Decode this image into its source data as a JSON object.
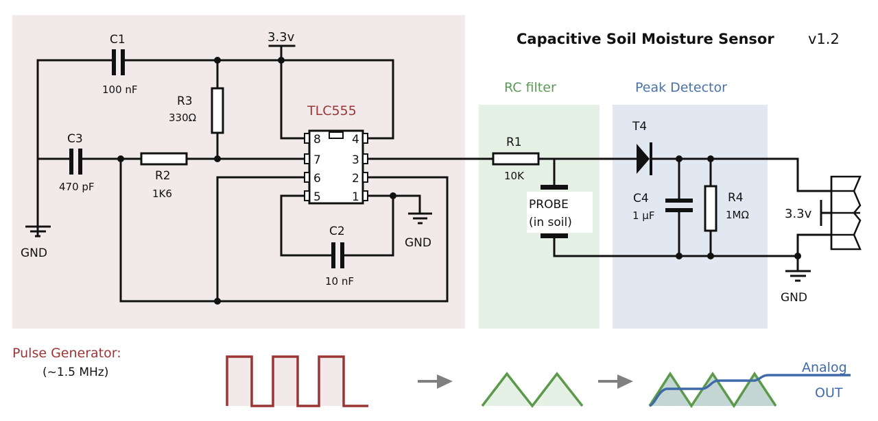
{
  "title": {
    "main": "Capacitive Soil Moisture Sensor",
    "version": "v1.2"
  },
  "colors": {
    "pulse_section_bg": "#f2eaea",
    "rc_section_bg": "#e6f1e6",
    "peak_section_bg": "#e2e8f1",
    "chip_label": "#9b3535",
    "rc_label": "#5a9a55",
    "peak_label": "#4a72a5",
    "square_wave": "#9b3535",
    "triangle_wave": "#5a9a4a",
    "analog_out": "#3f6aa8",
    "arrow": "#808080"
  },
  "sections": {
    "rc_filter": "RC filter",
    "peak_detector": "Peak Detector"
  },
  "power": {
    "vcc_top": "3.3v",
    "vcc_connector": "3.3v",
    "gnd_left": "GND",
    "gnd_chip": "GND",
    "gnd_right": "GND"
  },
  "chip": {
    "name": "TLC555",
    "pins_left": [
      "8",
      "7",
      "6",
      "5"
    ],
    "pins_right": [
      "4",
      "3",
      "2",
      "1"
    ]
  },
  "components": {
    "c1": {
      "name": "C1",
      "value": "100 nF"
    },
    "c2": {
      "name": "C2",
      "value": "10 nF"
    },
    "c3": {
      "name": "C3",
      "value": "470 pF"
    },
    "c4": {
      "name": "C4",
      "value": "1 µF"
    },
    "r1": {
      "name": "R1",
      "value": "10K"
    },
    "r2": {
      "name": "R2",
      "value": "1K6"
    },
    "r3": {
      "name": "R3",
      "value": "330Ω"
    },
    "r4": {
      "name": "R4",
      "value": "1MΩ"
    },
    "t4": {
      "name": "T4"
    },
    "probe": {
      "line1": "PROBE",
      "line2": "(in soil)"
    }
  },
  "waveforms": {
    "pulse_label": "Pulse Generator:",
    "pulse_freq": "(~1.5 MHz)",
    "out_label_1": "Analog",
    "out_label_2": "OUT"
  }
}
